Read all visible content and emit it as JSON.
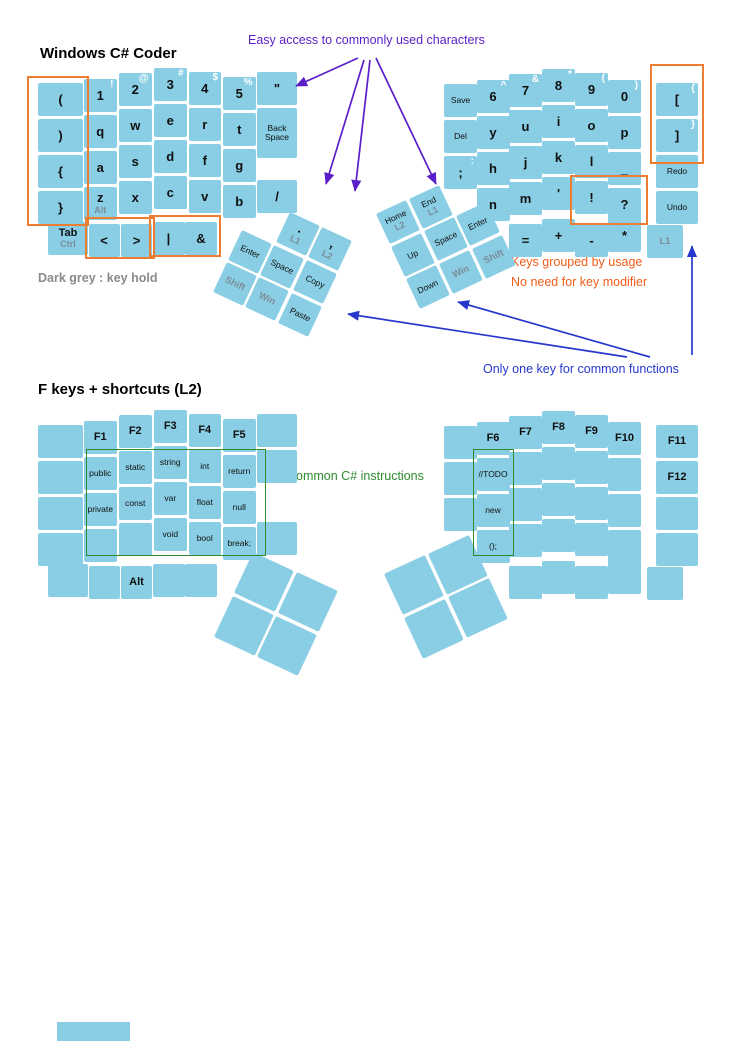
{
  "titles": {
    "layer1": "Windows C# Coder",
    "layer2": "F keys + shortcuts (L2)"
  },
  "annotations": {
    "purple": "Easy access to commonly used characters",
    "grey_note": "Dark grey : key hold",
    "orange_line1": "Keys grouped by usage",
    "orange_line2": "No need for key modifier",
    "blue": "Only one key for common functions",
    "green": "Common C# instructions"
  },
  "colors": {
    "key_blue": "#89cee4",
    "purple": "#5a1fc9",
    "blue": "#2638cc",
    "orange": "#ed7d31",
    "green": "#2e8b2e",
    "hold_grey": "#7b8d99",
    "shift_white": "#ffffff"
  },
  "layer1": {
    "left": {
      "paren_col": [
        {
          "l": "("
        },
        {
          "l": ")"
        },
        {
          "l": "{"
        },
        {
          "l": "}"
        }
      ],
      "matrix": [
        [
          {
            "l": "1",
            "s": "!"
          },
          {
            "l": "2",
            "s": "@"
          },
          {
            "l": "3",
            "s": "#"
          },
          {
            "l": "4",
            "s": "$"
          },
          {
            "l": "5",
            "s": "%"
          },
          {
            "l": "\""
          }
        ],
        [
          {
            "l": "q"
          },
          {
            "l": "w"
          },
          {
            "l": "e"
          },
          {
            "l": "r"
          },
          {
            "l": "t"
          },
          {
            "l": "Back Space",
            "word": true,
            "tall": true
          }
        ],
        [
          {
            "l": "a"
          },
          {
            "l": "s"
          },
          {
            "l": "d"
          },
          {
            "l": "f"
          },
          {
            "l": "g"
          },
          null
        ],
        [
          {
            "l": "z",
            "h": "Alt"
          },
          {
            "l": "x"
          },
          {
            "l": "c"
          },
          {
            "l": "v"
          },
          {
            "l": "b"
          },
          {
            "l": "/"
          }
        ]
      ],
      "bottom": [
        {
          "l": "Tab",
          "h": "Ctrl",
          "f": true
        },
        {
          "l": "<"
        },
        {
          "l": ">"
        },
        {
          "l": "|"
        },
        {
          "l": "&"
        }
      ],
      "thumb": [
        [
          null,
          {
            "l": ".",
            "h": "L1"
          },
          {
            "l": ",",
            "h": "L2"
          }
        ],
        [
          {
            "l": "Enter",
            "word": true
          },
          {
            "l": "Space",
            "word": true
          },
          {
            "l": "Copy",
            "word": true
          }
        ],
        [
          {
            "l": "Shift",
            "hold": true
          },
          {
            "l": "Win",
            "hold": true
          },
          {
            "l": "Paste",
            "word": true
          }
        ]
      ]
    },
    "right": {
      "matrix": [
        [
          {
            "l": "Save",
            "word": true
          },
          {
            "l": "6",
            "s": "^"
          },
          {
            "l": "7",
            "s": "&"
          },
          {
            "l": "8",
            "s": "*"
          },
          {
            "l": "9",
            "s": "("
          },
          {
            "l": "0",
            "s": ")"
          },
          {
            "l": "[",
            "s": "{"
          }
        ],
        [
          {
            "l": "Del",
            "word": true
          },
          {
            "l": "y"
          },
          {
            "l": "u"
          },
          {
            "l": "i"
          },
          {
            "l": "o"
          },
          {
            "l": "p"
          },
          {
            "l": "]",
            "s": "}"
          }
        ],
        [
          {
            "l": ";",
            "s": ":"
          },
          {
            "l": "h"
          },
          {
            "l": "j"
          },
          {
            "l": "k"
          },
          {
            "l": "l"
          },
          {
            "l": "_"
          },
          {
            "l": "Redo",
            "word": true
          }
        ],
        [
          null,
          {
            "l": "n"
          },
          {
            "l": "m"
          },
          {
            "l": "'"
          },
          {
            "l": "!"
          },
          {
            "l": "?"
          },
          {
            "l": "Undo",
            "word": true
          }
        ]
      ],
      "bottom": [
        {
          "l": "="
        },
        {
          "l": "+"
        },
        {
          "l": "-"
        },
        {
          "l": "*"
        },
        {
          "l": "L1",
          "hold": true
        }
      ],
      "thumb": [
        [
          {
            "l": "Home",
            "h": "L2",
            "word": true
          },
          {
            "l": "End",
            "h": "L1",
            "word": true
          },
          null
        ],
        [
          {
            "l": "Up",
            "word": true
          },
          {
            "l": "Space",
            "word": true
          },
          {
            "l": "Enter",
            "word": true
          }
        ],
        [
          {
            "l": "Down",
            "word": true
          },
          {
            "l": "Win",
            "hold": true
          },
          {
            "l": "Shift",
            "hold": true
          }
        ]
      ]
    }
  },
  "layer2": {
    "left": {
      "paren_col": [
        {},
        {},
        {},
        {}
      ],
      "matrix": [
        [
          {
            "l": "F1",
            "f": true
          },
          {
            "l": "F2",
            "f": true
          },
          {
            "l": "F3",
            "f": true
          },
          {
            "l": "F4",
            "f": true
          },
          {
            "l": "F5",
            "f": true
          },
          {}
        ],
        [
          {
            "l": "public",
            "word": true
          },
          {
            "l": "static",
            "word": true
          },
          {
            "l": "string",
            "word": true
          },
          {
            "l": "int",
            "word": true
          },
          {
            "l": "return",
            "word": true
          },
          {}
        ],
        [
          {
            "l": "private",
            "word": true
          },
          {
            "l": "const",
            "word": true
          },
          {
            "l": "var",
            "word": true
          },
          {
            "l": "float",
            "word": true
          },
          {
            "l": "null",
            "word": true
          },
          null
        ],
        [
          {},
          {},
          {
            "l": "void",
            "word": true
          },
          {
            "l": "bool",
            "word": true
          },
          {
            "l": "break;",
            "word": true
          },
          {}
        ]
      ],
      "bottom": [
        {},
        {},
        {
          "l": "Alt",
          "f": true
        },
        {},
        {}
      ],
      "thumb": [
        [
          {},
          {}
        ],
        [
          {},
          {}
        ]
      ]
    },
    "right": {
      "matrix": [
        [
          {},
          {
            "l": "F6",
            "f": true
          },
          {
            "l": "F7",
            "f": true
          },
          {
            "l": "F8",
            "f": true
          },
          {
            "l": "F9",
            "f": true
          },
          {
            "l": "F10",
            "f": true
          },
          {
            "l": "F11",
            "f": true
          }
        ],
        [
          {},
          {
            "l": "//TODO",
            "word": true
          },
          {},
          {},
          {},
          {},
          {
            "l": "F12",
            "f": true
          }
        ],
        [
          {},
          {
            "l": "new",
            "word": true
          },
          {},
          {},
          {},
          {},
          {}
        ],
        [
          null,
          {
            "l": "();",
            "word": true
          },
          {},
          {},
          {},
          {},
          {}
        ]
      ],
      "bottom": [
        {},
        {},
        {},
        {},
        {}
      ],
      "thumb": [
        [
          {},
          {}
        ],
        [
          {},
          {}
        ]
      ]
    }
  }
}
